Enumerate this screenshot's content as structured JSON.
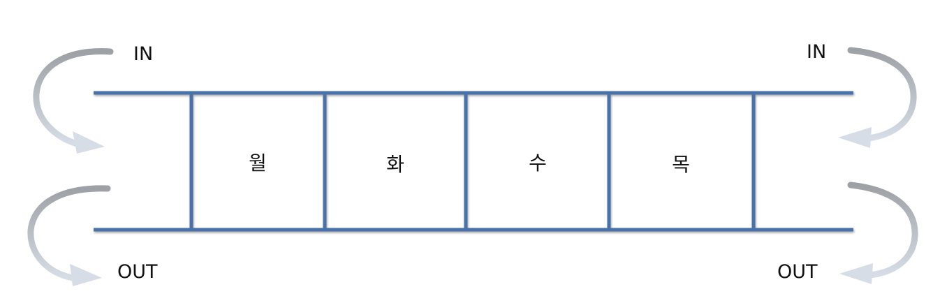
{
  "deque": {
    "cells": [
      "월",
      "화",
      "수",
      "목"
    ]
  },
  "left_end": {
    "in_label": "IN",
    "out_label": "OUT"
  },
  "right_end": {
    "in_label": "IN",
    "out_label": "OUT"
  },
  "colors": {
    "rail": "#4a72aa",
    "arrow_dark": "#9da1a6",
    "arrow_light": "#d7dde6",
    "text": "#111111"
  }
}
